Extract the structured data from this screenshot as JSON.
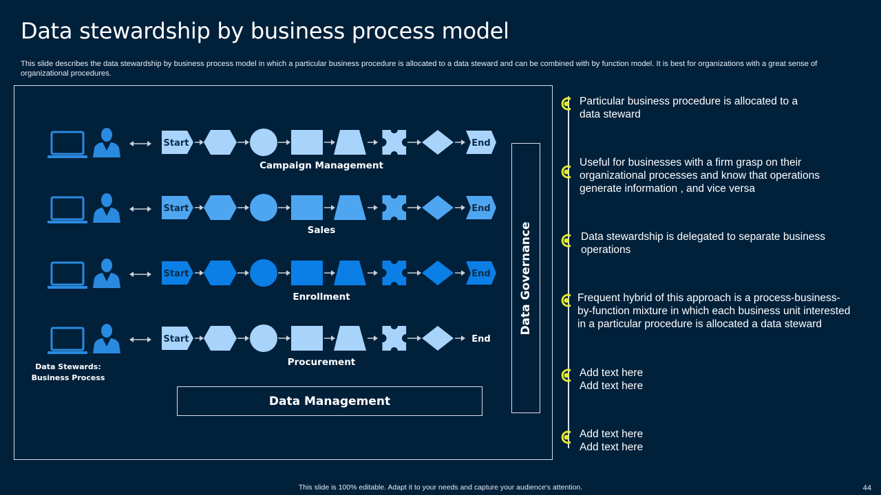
{
  "title": "Data stewardship by business process model",
  "subtitle": "This slide describes the data stewardship by business process model in which a particular business procedure is allocated to a data steward and can be combined with by function model. It is best for organizations with a great sense of organizational procedures.",
  "colors": {
    "background": "#01203a",
    "light_blue": "#a8d4fb",
    "medium_blue": "#4fa6f0",
    "bright_blue": "#0b7fe6",
    "icon_blue": "#2a8ae0",
    "accent_yellow": "#e6ea2a"
  },
  "rows": [
    {
      "label": "Campaign Management",
      "start": "Start",
      "end": "End",
      "shade": "light_blue"
    },
    {
      "label": "Sales",
      "start": "Start",
      "end": "End",
      "shade": "medium_blue"
    },
    {
      "label": "Enrollment",
      "start": "Start",
      "end": "End",
      "shade": "bright_blue"
    },
    {
      "label": "Procurement",
      "start": "Start",
      "end": "End",
      "shade": "light_blue",
      "end_plain": true
    }
  ],
  "stewards_label": {
    "line1": "Data Stewards:",
    "line2": "Business Process"
  },
  "data_management": "Data Management",
  "data_governance": "Data Governance",
  "timeline": [
    {
      "line1": "Particular business procedure is allocated to a",
      "line2": "data steward",
      "line3": ""
    },
    {
      "line1": "Useful for businesses with a firm grasp on their",
      "line2": "organizational processes and know that operations",
      "line3": "generate information , and vice versa"
    },
    {
      "line1": "Data stewardship is delegated to separate business",
      "line2": "operations",
      "line3": ""
    },
    {
      "line1": "Frequent hybrid of this approach is a process-business-",
      "line2": "by-function mixture in which each business unit interested",
      "line3": "in a particular procedure is allocated a data steward"
    },
    {
      "line1": "Add text here",
      "line2": "Add text here",
      "line3": ""
    },
    {
      "line1": "Add text here",
      "line2": "Add text here",
      "line3": ""
    }
  ],
  "footer": "This slide is 100% editable.  Adapt it to your needs and capture your audience's attention.",
  "page_number": "44"
}
